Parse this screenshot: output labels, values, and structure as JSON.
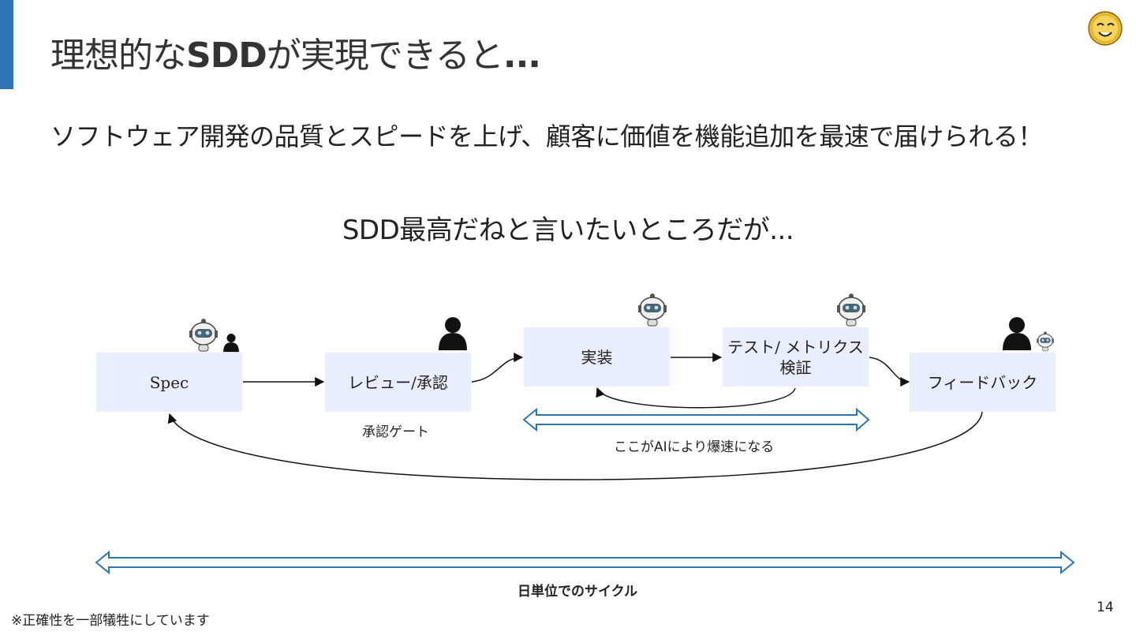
{
  "slide": {
    "title_prefix": "理想的な",
    "title_bold": "SDD",
    "title_suffix": "が実現できると",
    "title_ellipsis": "...",
    "body": "ソフトウェア開発の品質とスピードを上げ、顧客に価値を機能追加を最速で届けられる！",
    "subhead": "SDD最高だねと言いたいところだが...",
    "footnote": "※正確性を一部犠牲にしています",
    "page_number": "14"
  },
  "diagram": {
    "boxes": {
      "spec": "Spec",
      "review": "レビュー/承認",
      "impl": "実装",
      "test_line1": "テスト/ メトリクス",
      "test_line2": "検証",
      "feedback": "フィードバック"
    },
    "labels": {
      "gate": "承認ゲート",
      "ai_fast": "ここがAIにより爆速になる",
      "daily_cycle": "日単位でのサイクル"
    },
    "colors": {
      "box_fill": "#e8eefb",
      "double_arrow_outline": "#2e75b6",
      "accent": "#2e75b6"
    },
    "icons": [
      "robot-icon",
      "person-icon",
      "smiley-logo-icon"
    ]
  }
}
